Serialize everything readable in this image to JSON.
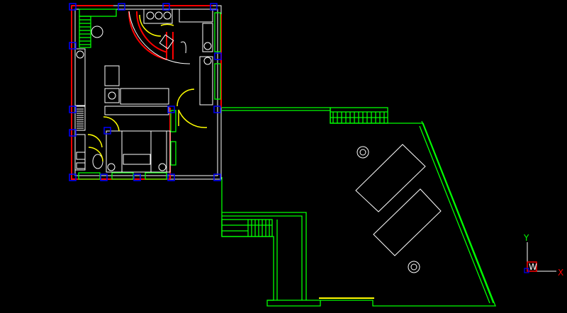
{
  "ucs_icon": {
    "x_label": "X",
    "y_label": "Y",
    "w_label": "W"
  },
  "colors": {
    "background": "#000000",
    "wall": "#ffffff",
    "terrace": "#00ff00",
    "structure": "#ff0000",
    "column": "#0000ff",
    "door_swing": "#ffff00"
  }
}
